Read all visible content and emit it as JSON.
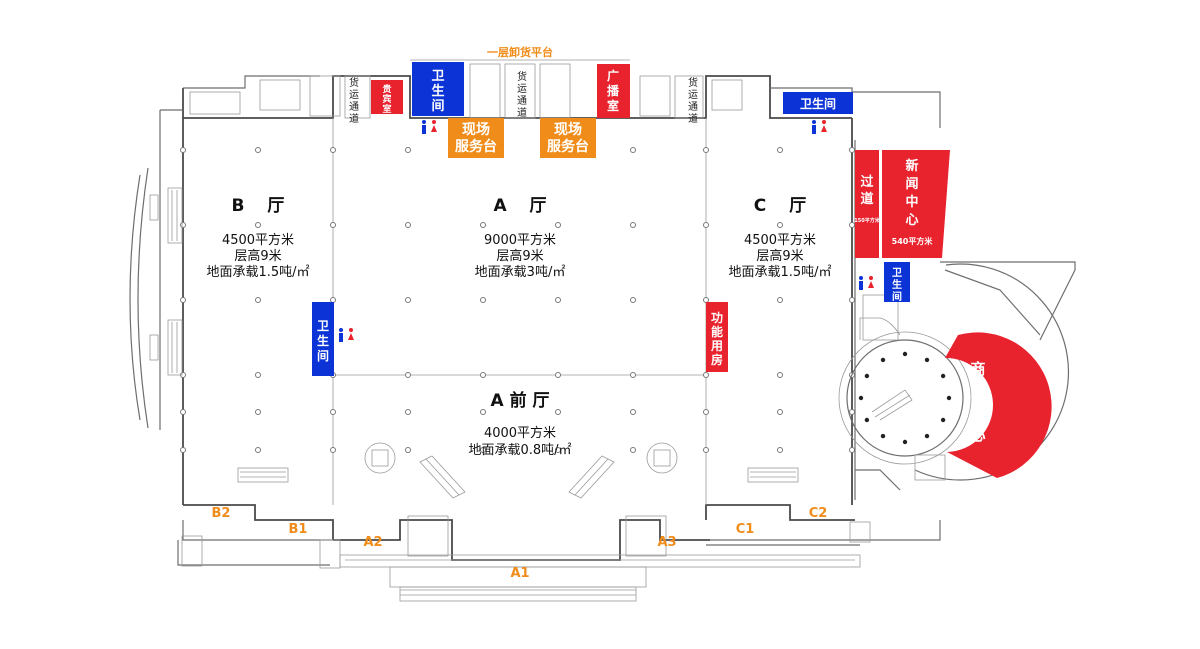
{
  "title": "一层卸货平台",
  "colors": {
    "toilet": "#0b33d6",
    "red_room": "#e8232e",
    "service_desk": "#f08c1a",
    "entrance_label": "#f08c1a",
    "wall": "#6e6e6e"
  },
  "halls": {
    "b": {
      "name": "B　 厅",
      "info": [
        "4500平方米",
        "层高9米",
        "地面承载1.5吨/㎡"
      ]
    },
    "a": {
      "name": "A　 厅",
      "info": [
        "9000平方米",
        "层高9米",
        "地面承载3吨/㎡"
      ]
    },
    "c": {
      "name": "C　 厅",
      "info": [
        "4500平方米",
        "层高9米",
        "地面承载1.5吨/㎡"
      ]
    },
    "a_front": {
      "name": "A 前 厅",
      "info": [
        "4000平方米",
        "地面承载0.8吨/㎡"
      ]
    }
  },
  "rooms": {
    "vip": "贵宾室",
    "toilet": "卫生间",
    "broadcast": "广播室",
    "service_desk": "现场服务台",
    "corridor": "过道",
    "corridor_area": "150平方米",
    "news_center": "新闻中心",
    "news_center_area": "540平方米",
    "function_room": "功能用房",
    "business_center": "商务中心",
    "freight_passage": "货运通道"
  },
  "icons": [
    "toilet-men-icon",
    "toilet-women-icon",
    "stairs-icon",
    "escalator-icon"
  ],
  "entrances": {
    "a1": "A1",
    "a2": "A2",
    "a3": "A3",
    "b1": "B1",
    "b2": "B2",
    "c1": "C1",
    "c2": "C2"
  }
}
